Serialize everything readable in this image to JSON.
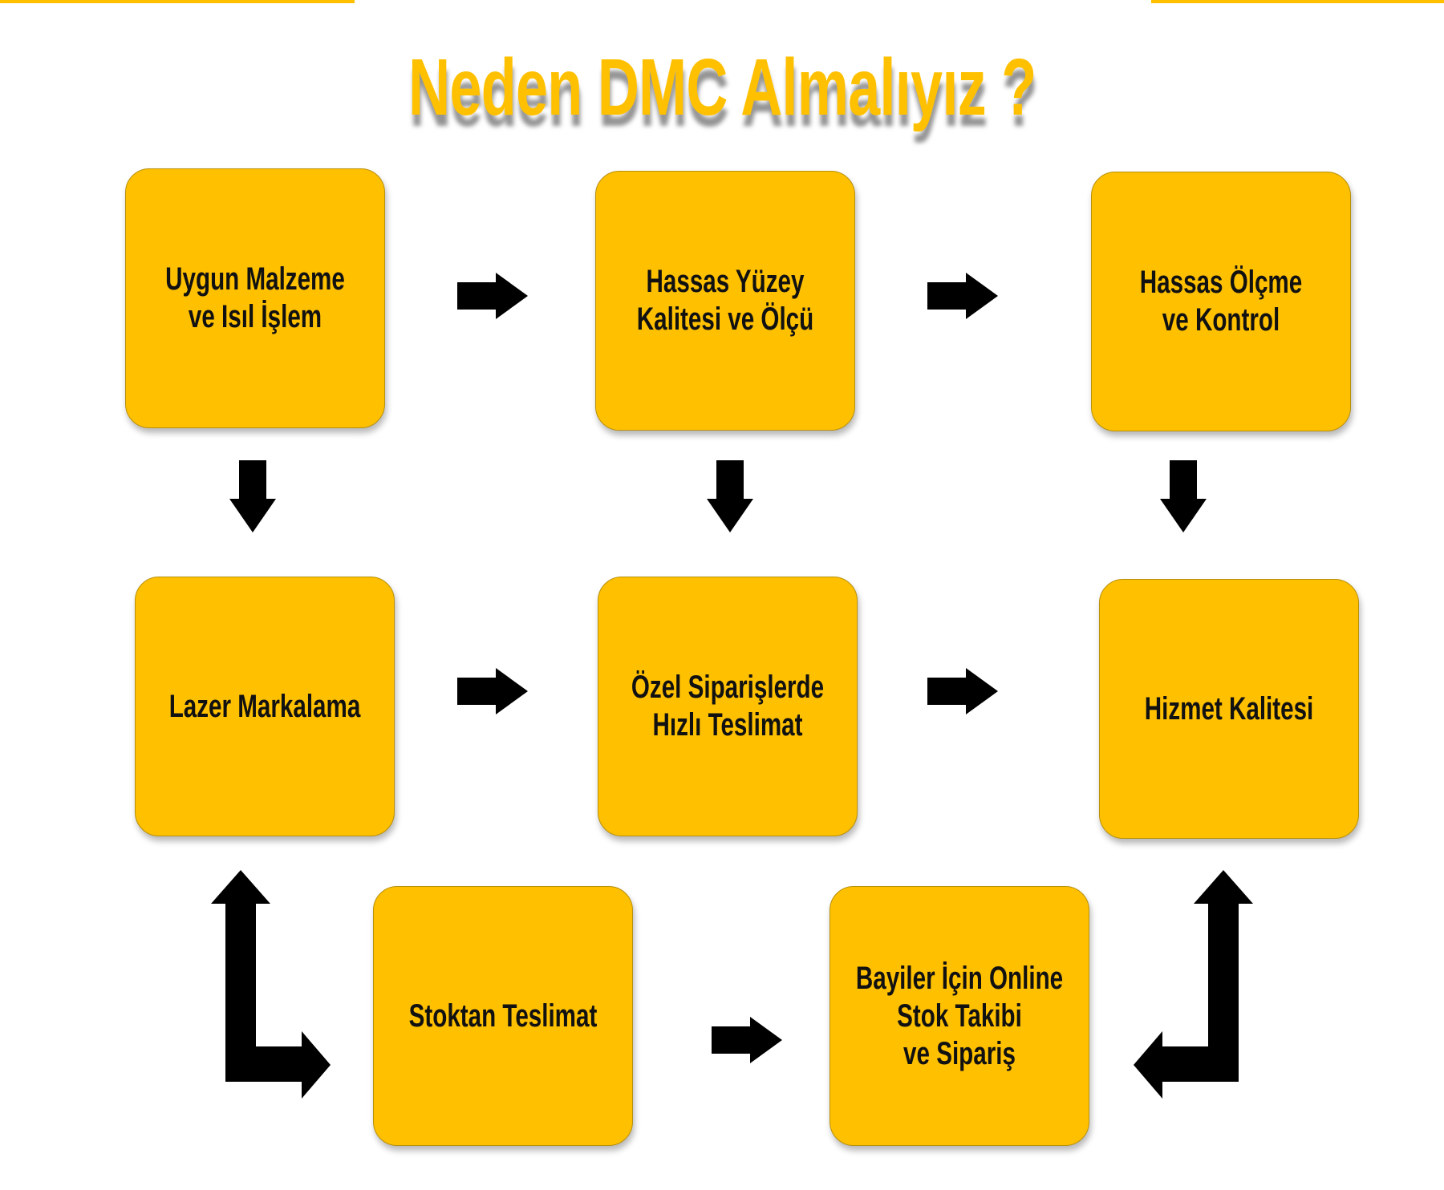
{
  "title": "Neden DMC Almalıyız ?",
  "colors": {
    "box_fill": "#FFC000",
    "arrow": "#000000",
    "title": "#FFC000"
  },
  "boxes": [
    {
      "label": "Uygun Malzeme\nve Isıl İşlem"
    },
    {
      "label": "Hassas Yüzey\nKalitesi ve Ölçü"
    },
    {
      "label": "Hassas Ölçme\nve Kontrol"
    },
    {
      "label": "Lazer Markalama"
    },
    {
      "label": "Özel Siparişlerde\nHızlı Teslimat"
    },
    {
      "label": "Hizmet Kalitesi"
    },
    {
      "label": "Stoktan Teslimat"
    },
    {
      "label": "Bayiler İçin Online\nStok Takibi\nve Sipariş"
    }
  ]
}
